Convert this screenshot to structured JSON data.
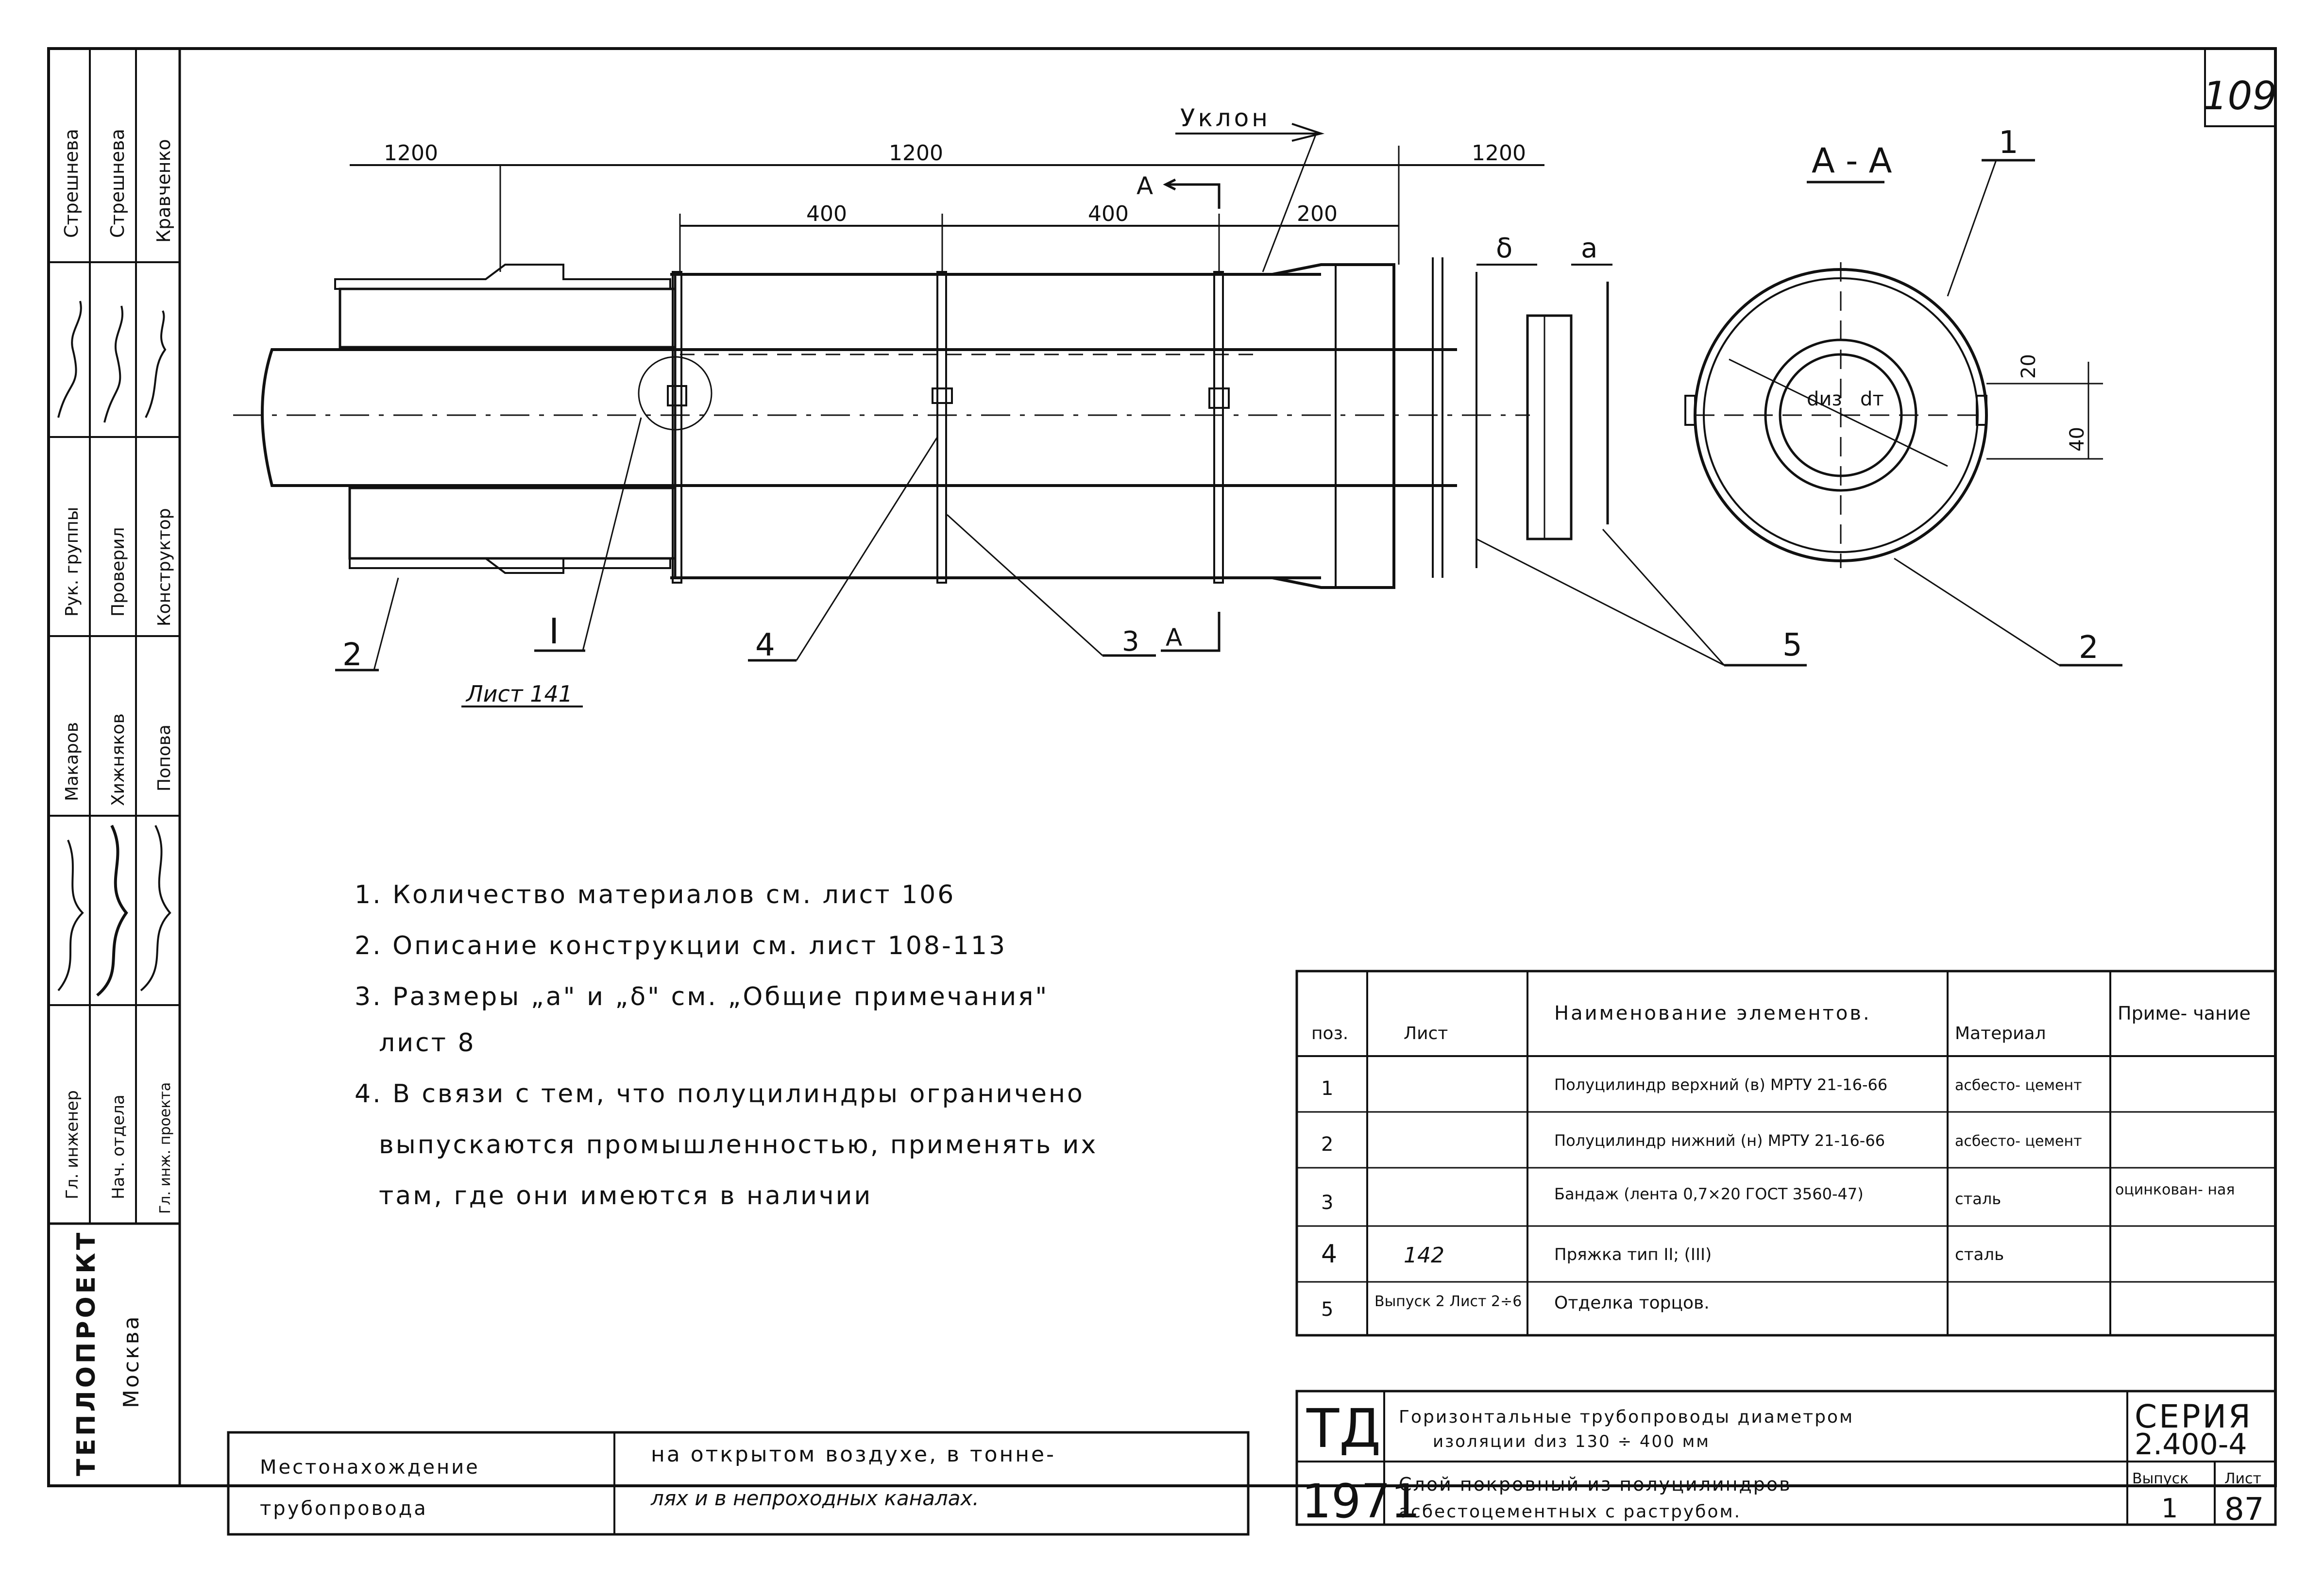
{
  "sheet_number_corner": "109",
  "titles_left": {
    "org": "ТЕПЛОПРОЕКТ",
    "city": "Москва",
    "roles_group1": [
      "Стрешнева",
      "Стрешнева",
      "Кравченко"
    ],
    "roles_group2": [
      "Рук. группы",
      "Проверил",
      "Конструктор"
    ],
    "names_group": [
      "Макаров",
      "Хижняков",
      "Попова"
    ],
    "roles_group3": [
      "Гл. инженер",
      "Нач. отдела",
      "Гл. инж. проекта"
    ]
  },
  "drawing": {
    "slope_label": "Уклон",
    "dim_left": "1200",
    "dim_mid": "1200",
    "dim_right": "1200",
    "dim_400a": "400",
    "dim_400b": "400",
    "dim_200": "200",
    "delta_label": "δ",
    "a_label": "a",
    "section_mark_top": "А",
    "section_mark_bottom": "А",
    "callout_T": "I",
    "sheet_ref": "Лист 141",
    "pos2": "2",
    "pos4": "4",
    "pos3": "3",
    "pos5": "5"
  },
  "section": {
    "title": "А - А",
    "pos1": "1",
    "pos2": "2",
    "diz": "dиз",
    "dt": "dт",
    "dim20": "20",
    "dim40": "40"
  },
  "notes": [
    "1. Количество материалов см. лист 106",
    "2. Описание конструкции см. лист 108-113",
    "3. Размеры „a\" и „δ\" см. „Общие примечания\"",
    "лист 8",
    "4. В связи с тем, что полуцилиндры ограничено",
    "выпускаются промышленностью, применять их",
    "там, где они имеются в наличии"
  ],
  "spec_table": {
    "headers": [
      "поз.",
      "Лист",
      "Наименование элементов.",
      "Материал",
      "Приме- чание"
    ],
    "rows": [
      {
        "pos": "1",
        "sheet": "",
        "name": "Полуцилиндр верхний (в) МРТУ 21-16-66",
        "material": "асбесто- цемент",
        "note": ""
      },
      {
        "pos": "2",
        "sheet": "",
        "name": "Полуцилиндр нижний (н) МРТУ 21-16-66",
        "material": "асбесто- цемент",
        "note": ""
      },
      {
        "pos": "3",
        "sheet": "",
        "name": "Бандаж (лента 0,7×20 ГОСТ 3560-47)",
        "material": "сталь",
        "note": "оцинкован- ная"
      },
      {
        "pos": "4",
        "sheet": "142",
        "name": "Пряжка тип II; (III)",
        "material": "сталь",
        "note": ""
      },
      {
        "pos": "5",
        "sheet": "Выпуск 2 Лист 2÷6",
        "name": "Отделка торцов.",
        "material": "",
        "note": ""
      }
    ]
  },
  "location_box": {
    "label_line1": "Местонахождение",
    "label_line2": "трубопровода",
    "value_line1": "на открытом воздухе, в тонне-",
    "value_line2": "лях и в непроходных каналах."
  },
  "title_block": {
    "code": "ТД",
    "year": "1971",
    "title_line1": "Горизонтальные трубопроводы диаметром",
    "title_line2": "изоляции dиз 130 ÷ 400 мм",
    "subtitle_line1": "Слой покровный из полуцилиндров",
    "subtitle_line2": "асбестоцементных с раструбом.",
    "series_label": "СЕРИЯ",
    "series_value": "2.400-4",
    "issue_label": "Выпуск",
    "issue_value": "1",
    "sheet_label": "Лист",
    "sheet_value": "87"
  }
}
